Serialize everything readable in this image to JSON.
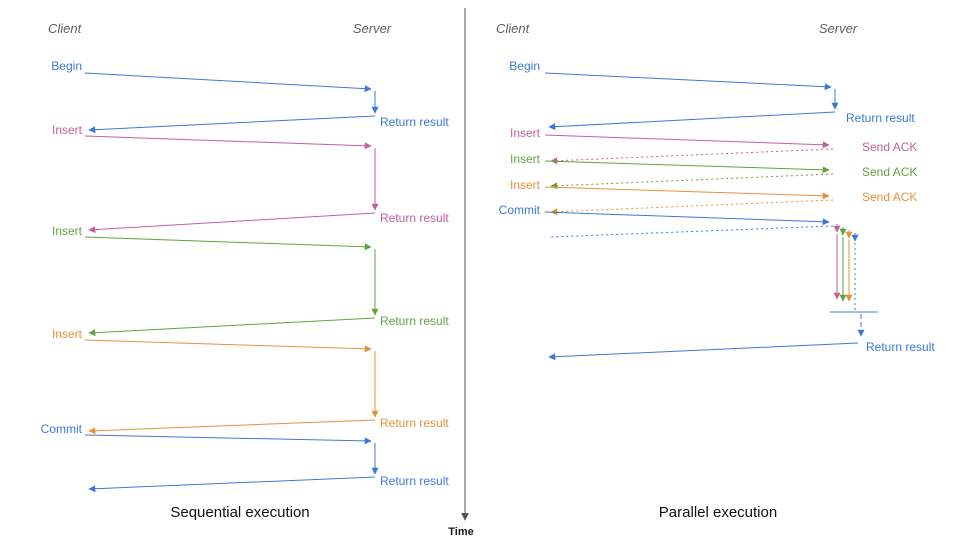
{
  "colors": {
    "blue": "#3c78d8",
    "pink": "#c0609f",
    "green": "#63a33f",
    "orange": "#e69138",
    "axis": "#555555",
    "label_gray": "#5f5f5f",
    "caption": "#111111"
  },
  "left_panel": {
    "client": "Client",
    "server": "Server",
    "caption": "Sequential execution",
    "operations": [
      {
        "label": "Begin",
        "color": "blue",
        "response": "Return result"
      },
      {
        "label": "Insert",
        "color": "pink",
        "response": "Return result"
      },
      {
        "label": "Insert",
        "color": "green",
        "response": "Return result"
      },
      {
        "label": "Insert",
        "color": "orange",
        "response": "Return result"
      },
      {
        "label": "Commit",
        "color": "blue",
        "response": "Return result"
      }
    ]
  },
  "right_panel": {
    "client": "Client",
    "server": "Server",
    "caption": "Parallel execution",
    "operations": [
      {
        "label": "Begin",
        "color": "blue",
        "response": "Return result"
      },
      {
        "label": "Insert",
        "color": "pink",
        "response": "Send ACK"
      },
      {
        "label": "Insert",
        "color": "green",
        "response": "Send ACK"
      },
      {
        "label": "Insert",
        "color": "orange",
        "response": "Send ACK"
      },
      {
        "label": "Commit",
        "color": "blue",
        "response": ""
      }
    ],
    "final_response": "Return result"
  },
  "time_axis": {
    "label": "Time"
  }
}
